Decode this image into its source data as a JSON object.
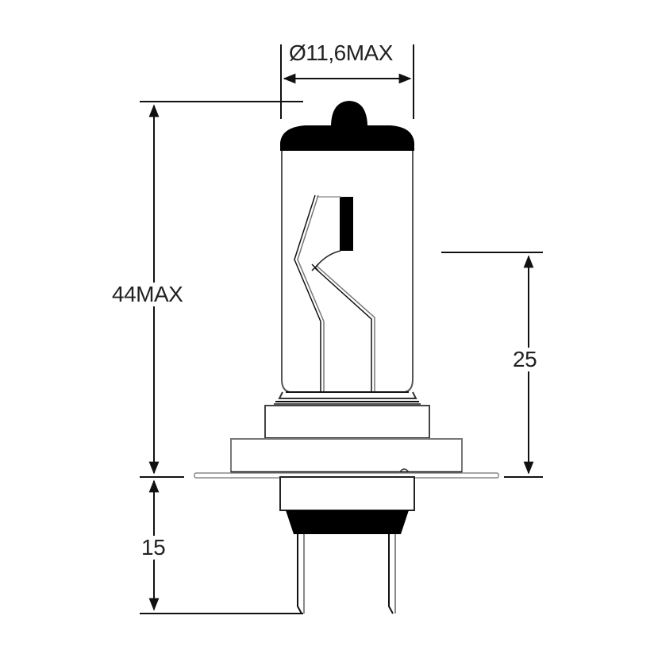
{
  "diagram": {
    "subject": "H7 halogen headlight bulb dimensional drawing",
    "colors": {
      "line": "#111111",
      "gray_line": "#888888",
      "fill_black": "#000000",
      "background": "#ffffff"
    },
    "dimensions": {
      "diameter": {
        "label": "Ø11,6MAX"
      },
      "overall_height": {
        "label": "44MAX"
      },
      "light_center_height": {
        "label": "25"
      },
      "pin_length": {
        "label": "15"
      }
    },
    "parts": [
      "glass-envelope",
      "black-top-cap",
      "filament",
      "filament-shield",
      "lead-wires",
      "pinch-seal",
      "base-collar",
      "reference-flange",
      "base-body",
      "black-base-insulator",
      "contact-pins"
    ]
  }
}
